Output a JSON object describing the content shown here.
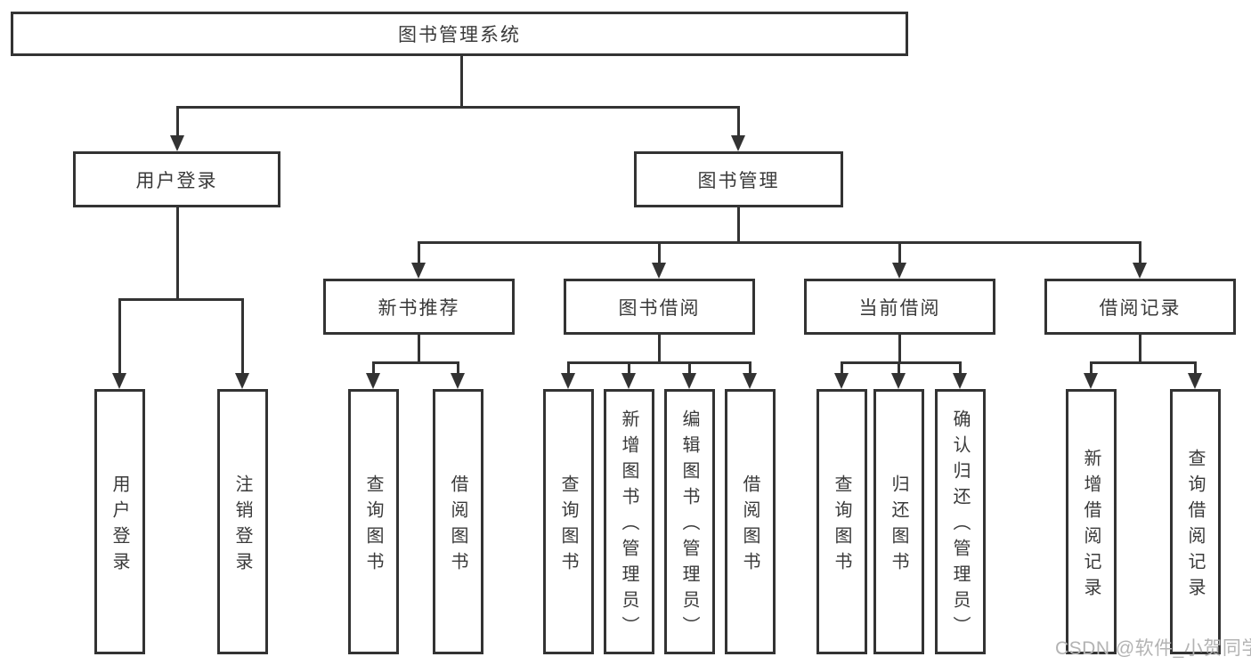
{
  "diagram": {
    "root": "图书管理系统",
    "level1": [
      "用户登录",
      "图书管理"
    ],
    "level2": [
      "新书推荐",
      "图书借阅",
      "当前借阅",
      "借阅记录"
    ],
    "leaves_user": [
      "用户登录",
      "注销登录"
    ],
    "leaves_new_book": [
      "查询图书",
      "借阅图书"
    ],
    "leaves_borrow": [
      "查询图书",
      "新增图书（管理员）",
      "编辑图书（管理员）",
      "借阅图书"
    ],
    "leaves_current": [
      "查询图书",
      "归还图书",
      "确认归还（管理员）"
    ],
    "leaves_record": [
      "新增借阅记录",
      "查询借阅记录"
    ]
  },
  "watermark": "CSDN @软件_小贺同学",
  "colors": {
    "line": "#333333",
    "text": "#3a3a3a",
    "watermark": "#b3b3b3",
    "background": "#ffffff"
  }
}
